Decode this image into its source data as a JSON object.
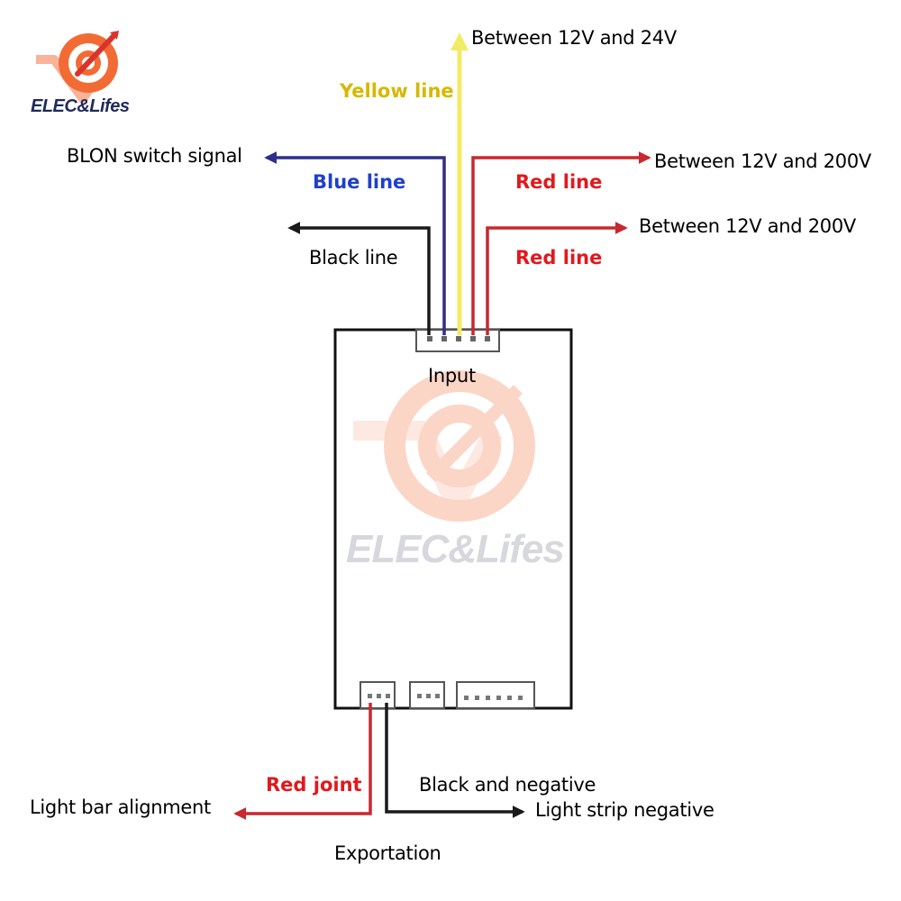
{
  "brand": {
    "name": "ELEC&Lifes",
    "icon": "target-checkmark-logo",
    "colors": {
      "orange": "#f26b35",
      "red": "#d9342b",
      "navy": "#1f2a5c"
    }
  },
  "watermark": {
    "text": "ELEC&Lifes",
    "icon": "target-checkmark-logo"
  },
  "board": {
    "input_label": "Input",
    "output_label": "Exportation"
  },
  "wires": {
    "yellow": {
      "color_label": "Yellow line",
      "function": "Between 12V and 24V"
    },
    "blue": {
      "color_label": "Blue line",
      "function": "BLON switch signal"
    },
    "black": {
      "color_label": "Black line"
    },
    "red1": {
      "color_label": "Red line",
      "function": "Between 12V and 200V"
    },
    "red2": {
      "color_label": "Red line",
      "function": "Between 12V and 200V"
    },
    "out_red": {
      "color_label": "Red joint",
      "function": "Light bar alignment"
    },
    "out_black": {
      "color_label": "Black and negative",
      "function": "Light strip negative"
    }
  },
  "colors": {
    "yellow_wire": "#f2ec64",
    "yellow_text": "#d6b800",
    "blue_wire": "#2e2f8a",
    "blue_text": "#1f3fcc",
    "red_wire": "#c8282e",
    "red_text": "#e0191e",
    "black_wire": "#1a1a1a",
    "text": "#111111"
  }
}
